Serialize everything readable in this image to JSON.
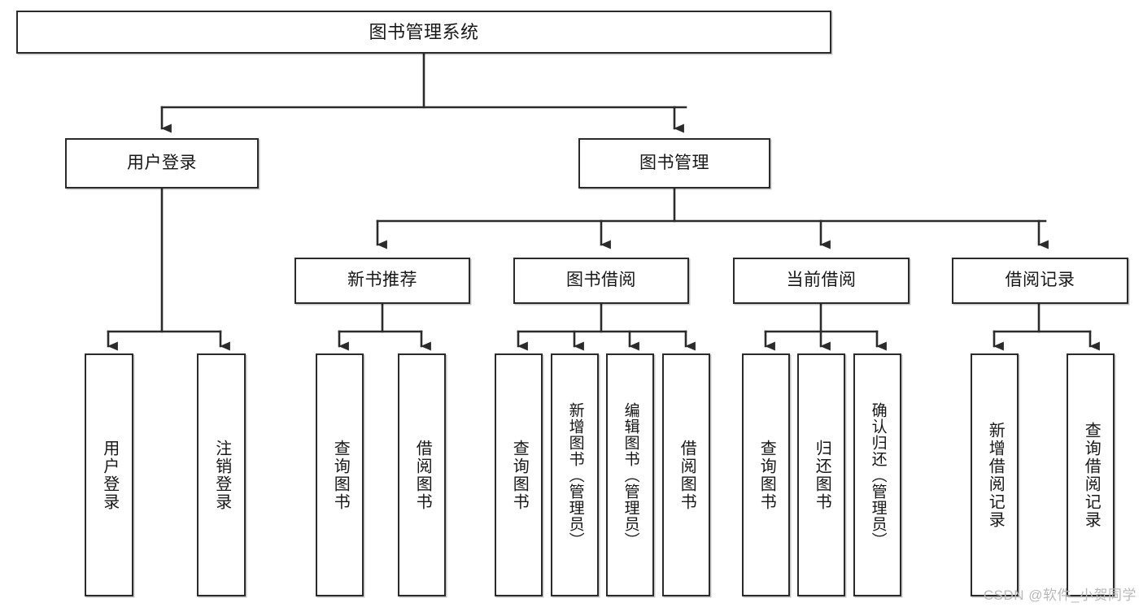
{
  "diagram": {
    "title": "图书管理系统",
    "type": "function-structure-tree",
    "watermark": "CSDN @软件_小贺同学",
    "colors": {
      "box_border": "#2b2b2b",
      "box_fill": "#ffffff",
      "edge": "#2b2b2b",
      "text": "#171717",
      "watermark": "#b9b9b9"
    },
    "nodes": {
      "root": {
        "label": "图书管理系统"
      },
      "level2": [
        {
          "label": "用户登录"
        },
        {
          "label": "图书管理"
        }
      ],
      "level3": [
        {
          "label": "新书推荐"
        },
        {
          "label": "图书借阅"
        },
        {
          "label": "当前借阅"
        },
        {
          "label": "借阅记录"
        }
      ],
      "leaves": {
        "user_login": [
          {
            "label": "用户登录"
          },
          {
            "label": "注销登录"
          }
        ],
        "new_book_recommend": [
          {
            "label": "查询图书"
          },
          {
            "label": "借阅图书"
          }
        ],
        "book_borrow": [
          {
            "label": "查询图书"
          },
          {
            "label": "新增图书（管理员）"
          },
          {
            "label": "编辑图书（管理员）"
          },
          {
            "label": "借阅图书"
          }
        ],
        "current_borrow": [
          {
            "label": "查询图书"
          },
          {
            "label": "归还图书"
          },
          {
            "label": "确认归还（管理员）"
          }
        ],
        "borrow_record": [
          {
            "label": "新增借阅记录"
          },
          {
            "label": "查询借阅记录"
          }
        ]
      }
    }
  }
}
